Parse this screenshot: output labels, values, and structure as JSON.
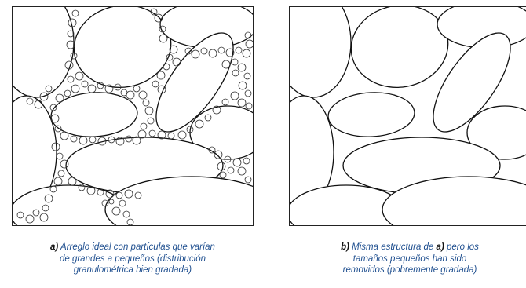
{
  "panel_a": {
    "caption_tag": "a)",
    "caption_lines": [
      "Arreglo ideal con partículas que varían",
      "de grandes a pequeños (distribución",
      "granulométrica bien gradada)"
    ]
  },
  "panel_b": {
    "caption_tag": "b)",
    "caption_intro": "Misma estructura de",
    "caption_ref": "a)",
    "caption_rest": "pero los",
    "caption_lines": [
      "tamaños pequeños han sido",
      "removidos (pobremente gradada)"
    ]
  }
}
